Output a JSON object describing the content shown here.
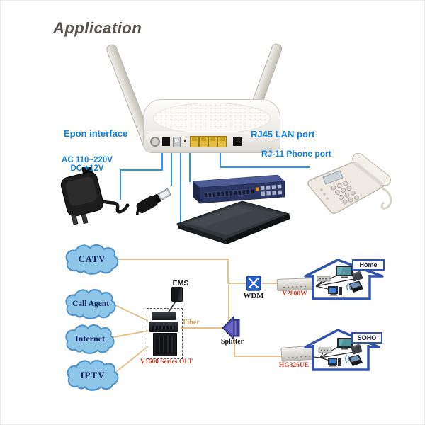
{
  "title": "Application",
  "router": {
    "epon_label": "Epon interface",
    "rj45_label": "RJ45 LAN port",
    "rj11_label": "RJ-11 Phone port",
    "power_label_line1": "AC 110~220V",
    "power_label_line2": "DC +12V"
  },
  "network": {
    "clouds": [
      {
        "label": "CATV"
      },
      {
        "label": "Call Agent"
      },
      {
        "label": "Internet"
      },
      {
        "label": "IPTV"
      }
    ],
    "ems_label": "EMS",
    "olt_label": "V1600 Series OLT",
    "fiber_label": "Fiber",
    "splitter_label": "Splitter",
    "wdm_label": "WDM",
    "onu_home_label": "V2800W",
    "onu_soho_label": "HG326UE",
    "home_label": "Home",
    "soho_label": "SOHO"
  },
  "icons": {
    "onu_router": "wifi-router-two-antennas",
    "power_adapter": "wall-power-adapter",
    "usb_cable": "usb-connector",
    "ethernet_switch": "rack-switch",
    "laptop": "laptop",
    "desk_phone": "desk-telephone",
    "cloud": "network-cloud",
    "ems_server": "server-tower",
    "olt": "rack-chassis-group",
    "wdm": "wdm-coupler",
    "splitter": "optical-splitter-cone",
    "house": "house-outline"
  },
  "colors": {
    "label_blue": "#1181dd",
    "line_blue": "#2e96e0",
    "line_orange": "#e4c18c",
    "cloud_fill": "#8ec6ea",
    "cloud_stroke": "#4f93c8",
    "red_label": "#c23b22",
    "navy_label": "#14235c",
    "house_blue": "#3253ab",
    "fiber_label": "#cf9f55"
  }
}
